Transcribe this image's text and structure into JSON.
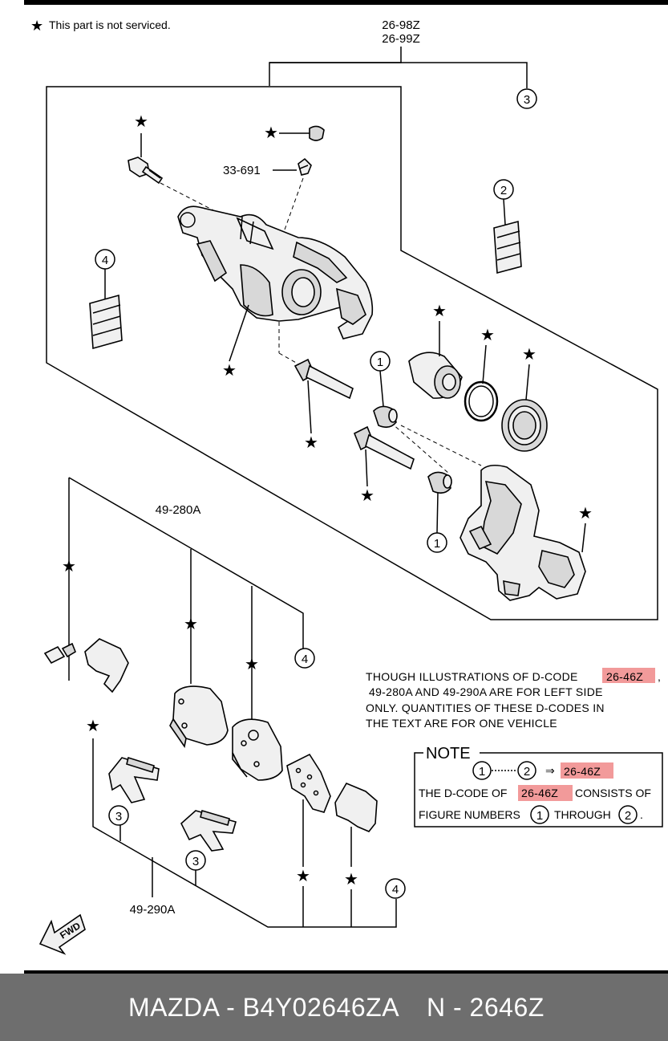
{
  "legend": {
    "star_note": "This part is not serviced."
  },
  "labels": {
    "group_top": "26-98Z",
    "group_top2": "26-99Z",
    "bleeder": "33-691",
    "pad_kit_a": "49-280A",
    "pad_kit_b": "49-290A",
    "fwd": "FWD"
  },
  "callouts": {
    "n1": "1",
    "n2": "2",
    "n3": "3",
    "n4": "4"
  },
  "paragraph": {
    "l1a": "THOUGH  ILLUSTRATIONS  OF  D-CODE",
    "l1b": "26-46Z",
    "l1c": ",",
    "l2": "49-280A  AND  49-290A  ARE  FOR  LEFT  SIDE",
    "l3": "ONLY. QUANTITIES  OF  THESE  D-CODES  IN",
    "l4": "THE  TEXT  ARE  FOR  ONE  VEHICLE"
  },
  "note": {
    "title": "NOTE",
    "range_from": "1",
    "range_to": "2",
    "arrow": "⇒",
    "dcode": "26-46Z",
    "s1": "THE D-CODE OF",
    "s2": "CONSISTS OF",
    "s3": "FIGURE NUMBERS",
    "s4": "THROUGH",
    "s5": "."
  },
  "colors": {
    "highlight": "#f29a9a",
    "footer_bg": "#6e6e6e"
  },
  "footer": {
    "part": "MAZDA - B4Y02646ZA",
    "code": "N - 2646Z"
  }
}
